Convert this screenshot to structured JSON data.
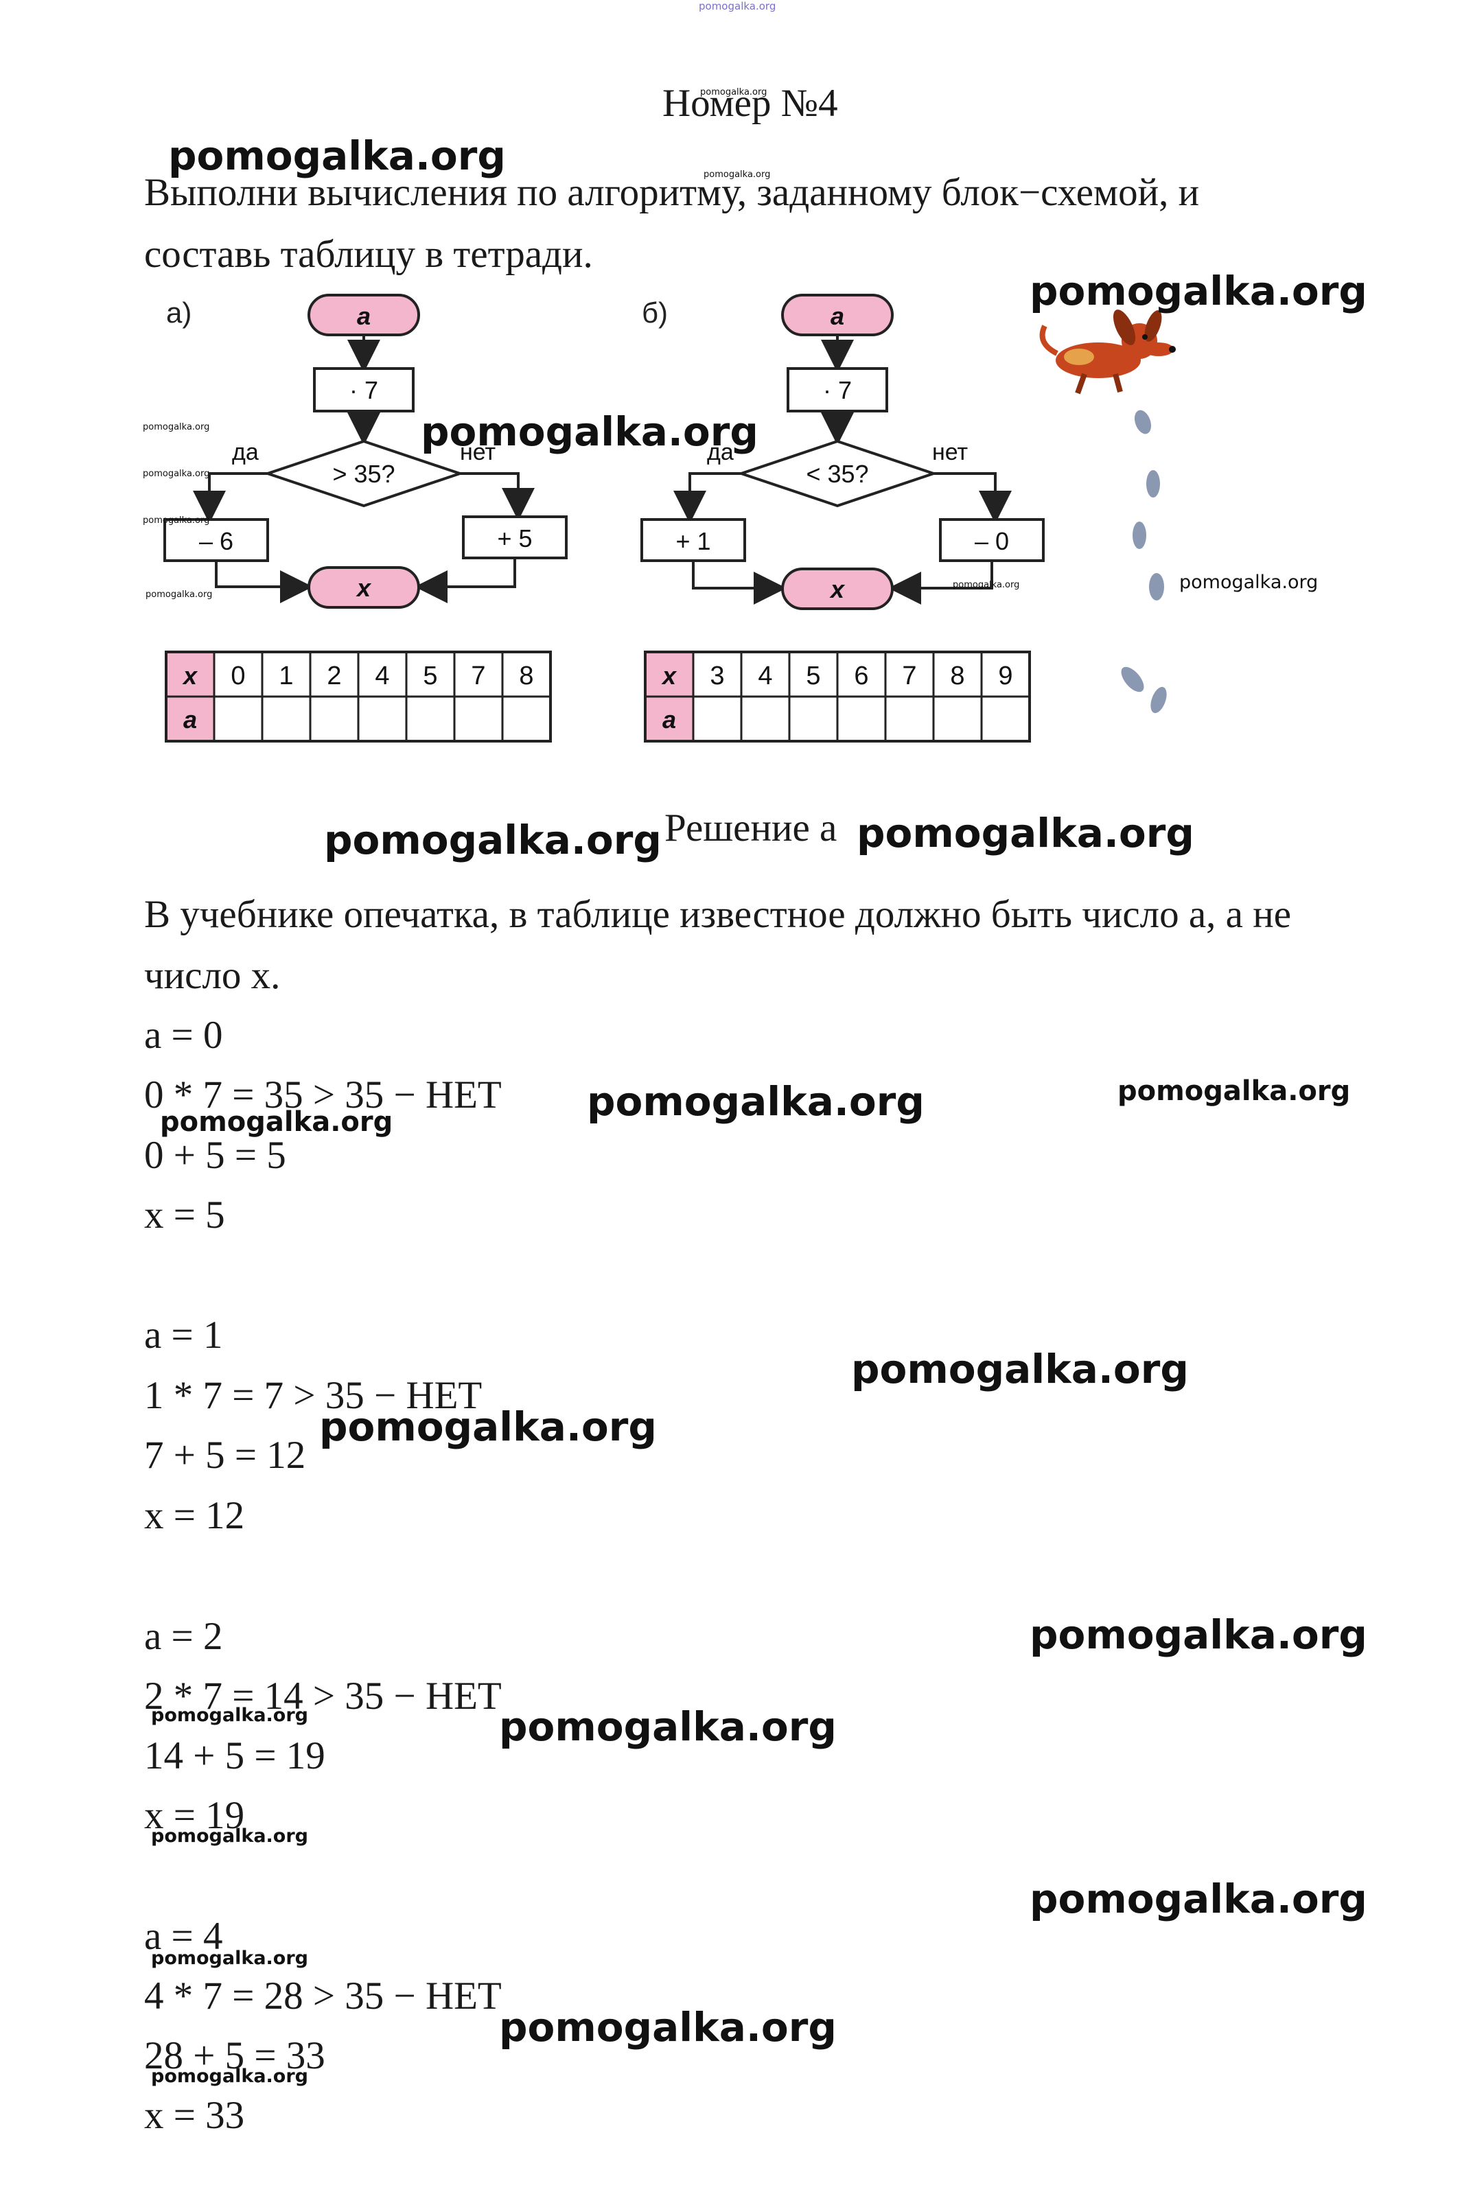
{
  "watermark": "pomogalka.org",
  "header": {
    "title": "Номер №4"
  },
  "task": {
    "line1": "Выполни вычисления по алгоритму, заданному блок−схемой, и",
    "line2": "составь таблицу в тетради."
  },
  "figure": {
    "a": {
      "label": "а)",
      "start": "a",
      "multiply": "· 7",
      "condition": "> 35?",
      "yes": "да",
      "no": "нет",
      "yes_op": "– 6",
      "no_op": "+ 5",
      "end": "x",
      "table_row1_head": "x",
      "table_row2_head": "a",
      "table_values": [
        "0",
        "1",
        "2",
        "4",
        "5",
        "7",
        "8"
      ]
    },
    "b": {
      "label": "б)",
      "start": "a",
      "multiply": "· 7",
      "condition": "< 35?",
      "yes": "да",
      "no": "нет",
      "yes_op": "+ 1",
      "no_op": "– 0",
      "end": "x",
      "table_row1_head": "x",
      "table_row2_head": "a",
      "table_values": [
        "3",
        "4",
        "5",
        "6",
        "7",
        "8",
        "9"
      ]
    }
  },
  "solution": {
    "heading": "Решение а",
    "note_line1": "В учебнике опечатка, в таблице известное должно быть число а, а не",
    "note_line2": "число х.",
    "steps": [
      {
        "a": "a = 0",
        "calc": "0 * 7 = 35 > 35 − НЕТ",
        "op": "0 + 5 = 5",
        "x": "x = 5"
      },
      {
        "a": "a = 1",
        "calc": "1 * 7 = 7 > 35 − НЕТ",
        "op": "7 + 5 = 12",
        "x": "x = 12"
      },
      {
        "a": "a = 2",
        "calc": "2 * 7 = 14 > 35 − НЕТ",
        "op": "14 + 5 = 19",
        "x": "x = 19"
      },
      {
        "a": "a = 4",
        "calc": "4 * 7 = 28 > 35 − НЕТ",
        "op": "28 + 5 = 33",
        "x": "x = 33"
      }
    ]
  }
}
